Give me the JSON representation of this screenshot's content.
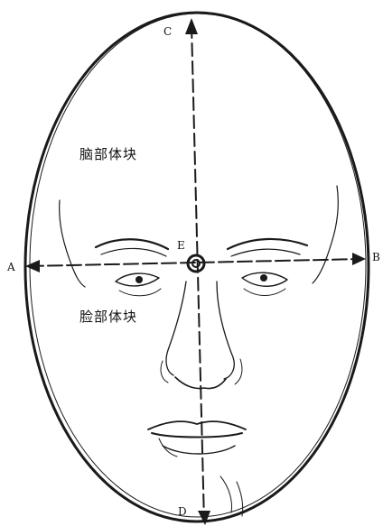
{
  "points": {
    "A": "A",
    "B": "B",
    "C": "C",
    "D": "D",
    "E": "E"
  },
  "regions": {
    "cranial": "脑部体块",
    "facial": "脸部体块"
  },
  "colors": {
    "ink": "#1a1a1a",
    "background": "#ffffff"
  }
}
